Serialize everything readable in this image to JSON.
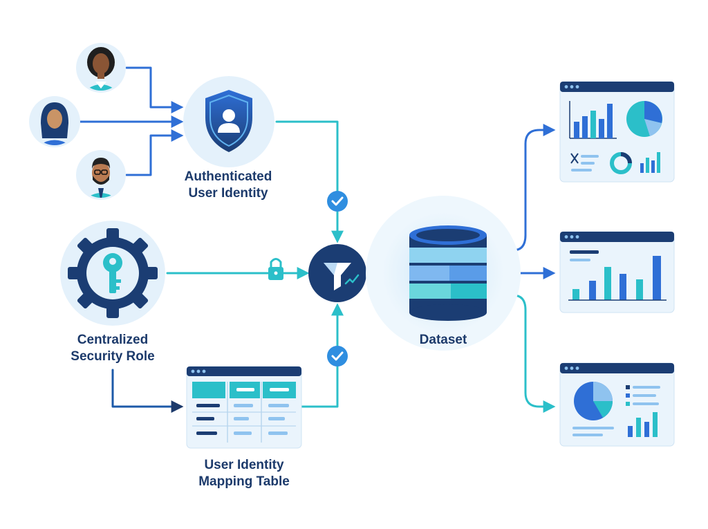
{
  "nodes": {
    "identity": {
      "line1": "Authenticated",
      "line2": "User Identity"
    },
    "role": {
      "line1": "Centralized",
      "line2": "Security Role"
    },
    "mapping": {
      "line1": "User Identity",
      "line2": "Mapping Table"
    },
    "dataset": {
      "label": "Dataset"
    }
  },
  "users": [
    {
      "name": "user-avatar-woman"
    },
    {
      "name": "user-avatar-hijab"
    },
    {
      "name": "user-avatar-man-glasses"
    }
  ],
  "icons": {
    "shield": "shield-user-icon",
    "gear_key": "gear-key-icon",
    "lock": "lock-icon",
    "filter": "filter-funnel-icon",
    "database": "database-icon",
    "check": "check-circle-icon"
  },
  "colors": {
    "navy": "#1c3a6b",
    "blue": "#2f6fd6",
    "teal": "#2bbfc9",
    "light_bg": "#e4f1fb",
    "dark_header": "#1b3d73"
  }
}
